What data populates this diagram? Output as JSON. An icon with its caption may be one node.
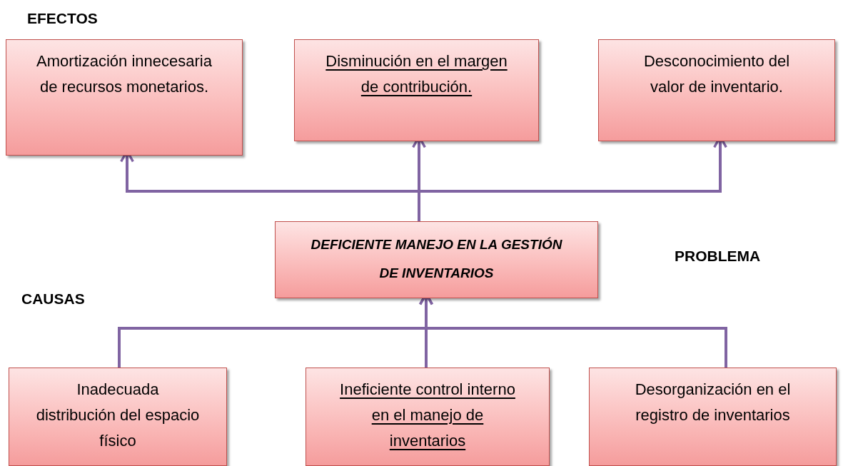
{
  "diagram": {
    "nodes": [
      {
        "text": [
          "Amortización innecesaria de recursos monetarios."
        ]
      },
      {
        "text": [
          "Disminución en el margen de contribución."
        ]
      },
      {
        "text": [
          "Desconocimiento del valor de inventario."
        ]
      },
      {
        "text": [
          "DEFICIENTE MANEJO EN LA GESTIÓN DE INVENTARIOS"
        ]
      },
      {
        "text": [
          "Inadecuada distribución del espacio físico"
        ]
      },
      {
        "text": [
          "Ineficiente control interno en el manejo de inventarios"
        ]
      },
      {
        "text": [
          "Desorganización en el registro de inventarios"
        ]
      }
    ],
    "edges": [
      {
        "from": 3,
        "to": 0,
        "arrow": "to"
      },
      {
        "from": 3,
        "to": 1,
        "arrow": "to"
      },
      {
        "from": 3,
        "to": 2,
        "arrow": "to"
      },
      {
        "from": 4,
        "to": 3,
        "arrow": "to"
      },
      {
        "from": 5,
        "to": 3,
        "arrow": "to"
      },
      {
        "from": 6,
        "to": 3,
        "arrow": "to"
      }
    ],
    "labels": [
      "EFECTOS",
      "PROBLEMA",
      "CAUSAS"
    ]
  }
}
